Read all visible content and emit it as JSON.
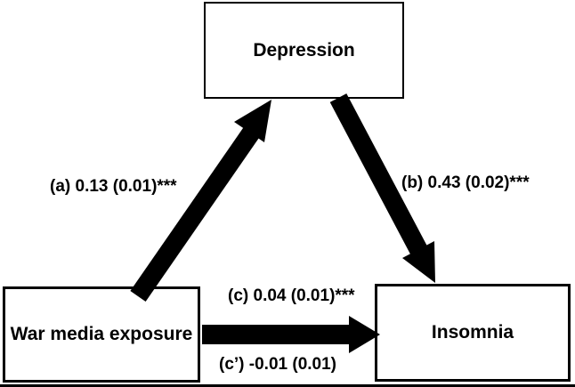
{
  "figure": {
    "background_color": "#ffffff",
    "arrow_color": "#000000",
    "text_color": "#000000",
    "nodes": [
      {
        "id": "depression",
        "label": "Depression"
      },
      {
        "id": "war-media-exposure",
        "label": "War media exposure"
      },
      {
        "id": "insomnia",
        "label": "Insomnia"
      }
    ],
    "paths": [
      {
        "id": "a",
        "from": "War media exposure",
        "to": "Depression",
        "label": "(a) 0.13 (0.01)***"
      },
      {
        "id": "b",
        "from": "Depression",
        "to": "Insomnia",
        "label": "(b) 0.43 (0.02)***"
      },
      {
        "id": "c",
        "from": "War media exposure",
        "to": "Insomnia",
        "label": "(c) 0.04 (0.01)***"
      },
      {
        "id": "c-prime",
        "from": "War media exposure",
        "to": "Insomnia",
        "label": "(c’) -0.01 (0.01)"
      }
    ]
  }
}
